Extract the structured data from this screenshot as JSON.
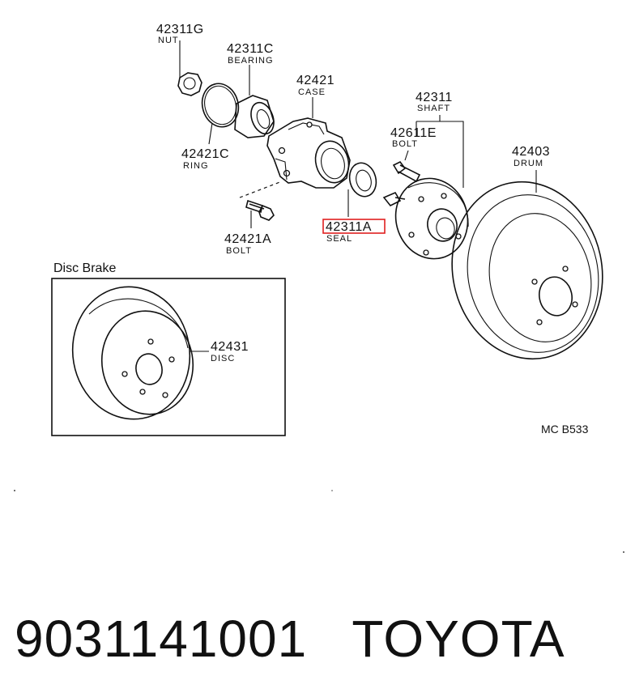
{
  "callouts": {
    "nut": {
      "number": "42311G",
      "name": "NUT"
    },
    "bearing": {
      "number": "42311C",
      "name": "BEARING"
    },
    "case": {
      "number": "42421",
      "name": "CASE"
    },
    "shaft": {
      "number": "42311",
      "name": "SHAFT"
    },
    "shaft_bolt": {
      "number": "42611E",
      "name": "BOLT"
    },
    "drum": {
      "number": "42403",
      "name": "DRUM"
    },
    "ring": {
      "number": "42421C",
      "name": "RING"
    },
    "seal": {
      "number": "42311A",
      "name": "SEAL",
      "highlight_color": "#e02020"
    },
    "case_bolt": {
      "number": "42421A",
      "name": "BOLT"
    },
    "disc": {
      "number": "42431",
      "name": "DISC"
    }
  },
  "inset": {
    "title": "Disc Brake"
  },
  "diagram_code": "MC B533",
  "footer": {
    "part_number": "9031141001",
    "brand": "TOYOTA"
  }
}
